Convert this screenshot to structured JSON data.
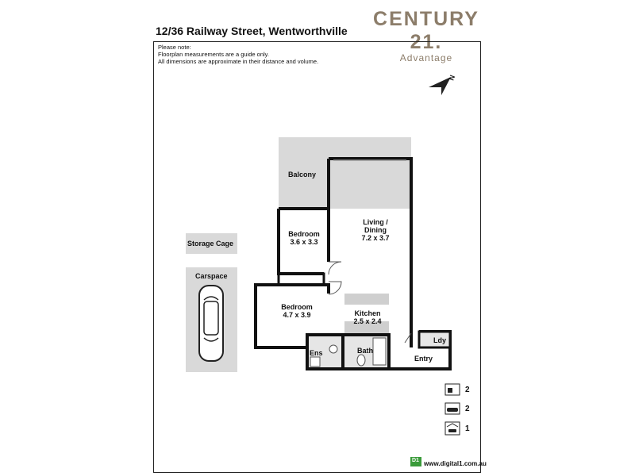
{
  "header": {
    "address": "12/36 Railway Street, Wentworthville",
    "logo_brand": "CENTURY 21.",
    "logo_sub": "Advantage"
  },
  "note": {
    "line1": "Please note:",
    "line2": "Floorplan measurements are a guide only.",
    "line3": "All dimensions are approximate in their distance and volume."
  },
  "compass": {
    "label": "N"
  },
  "rooms": {
    "balcony": "Balcony",
    "bedroom1_name": "Bedroom",
    "bedroom1_dim": "3.6 x 3.3",
    "living_name": "Living /",
    "living_name2": "Dining",
    "living_dim": "7.2 x 3.7",
    "bedroom2_name": "Bedroom",
    "bedroom2_dim": "4.7 x 3.9",
    "kitchen_name": "Kitchen",
    "kitchen_dim": "2.5 x 2.4",
    "ens": "Ens",
    "bath": "Bath",
    "ldy": "Ldy",
    "entry": "Entry",
    "storage": "Storage Cage",
    "carspace": "Carspace"
  },
  "legend": {
    "bedrooms": "2",
    "bathrooms": "2",
    "car": "1",
    "bed_icon": "bed-icon",
    "bath_icon": "bath-icon",
    "car_icon": "garage-icon"
  },
  "footer": {
    "url": "www.digital1.com.au",
    "badge": "D1"
  }
}
